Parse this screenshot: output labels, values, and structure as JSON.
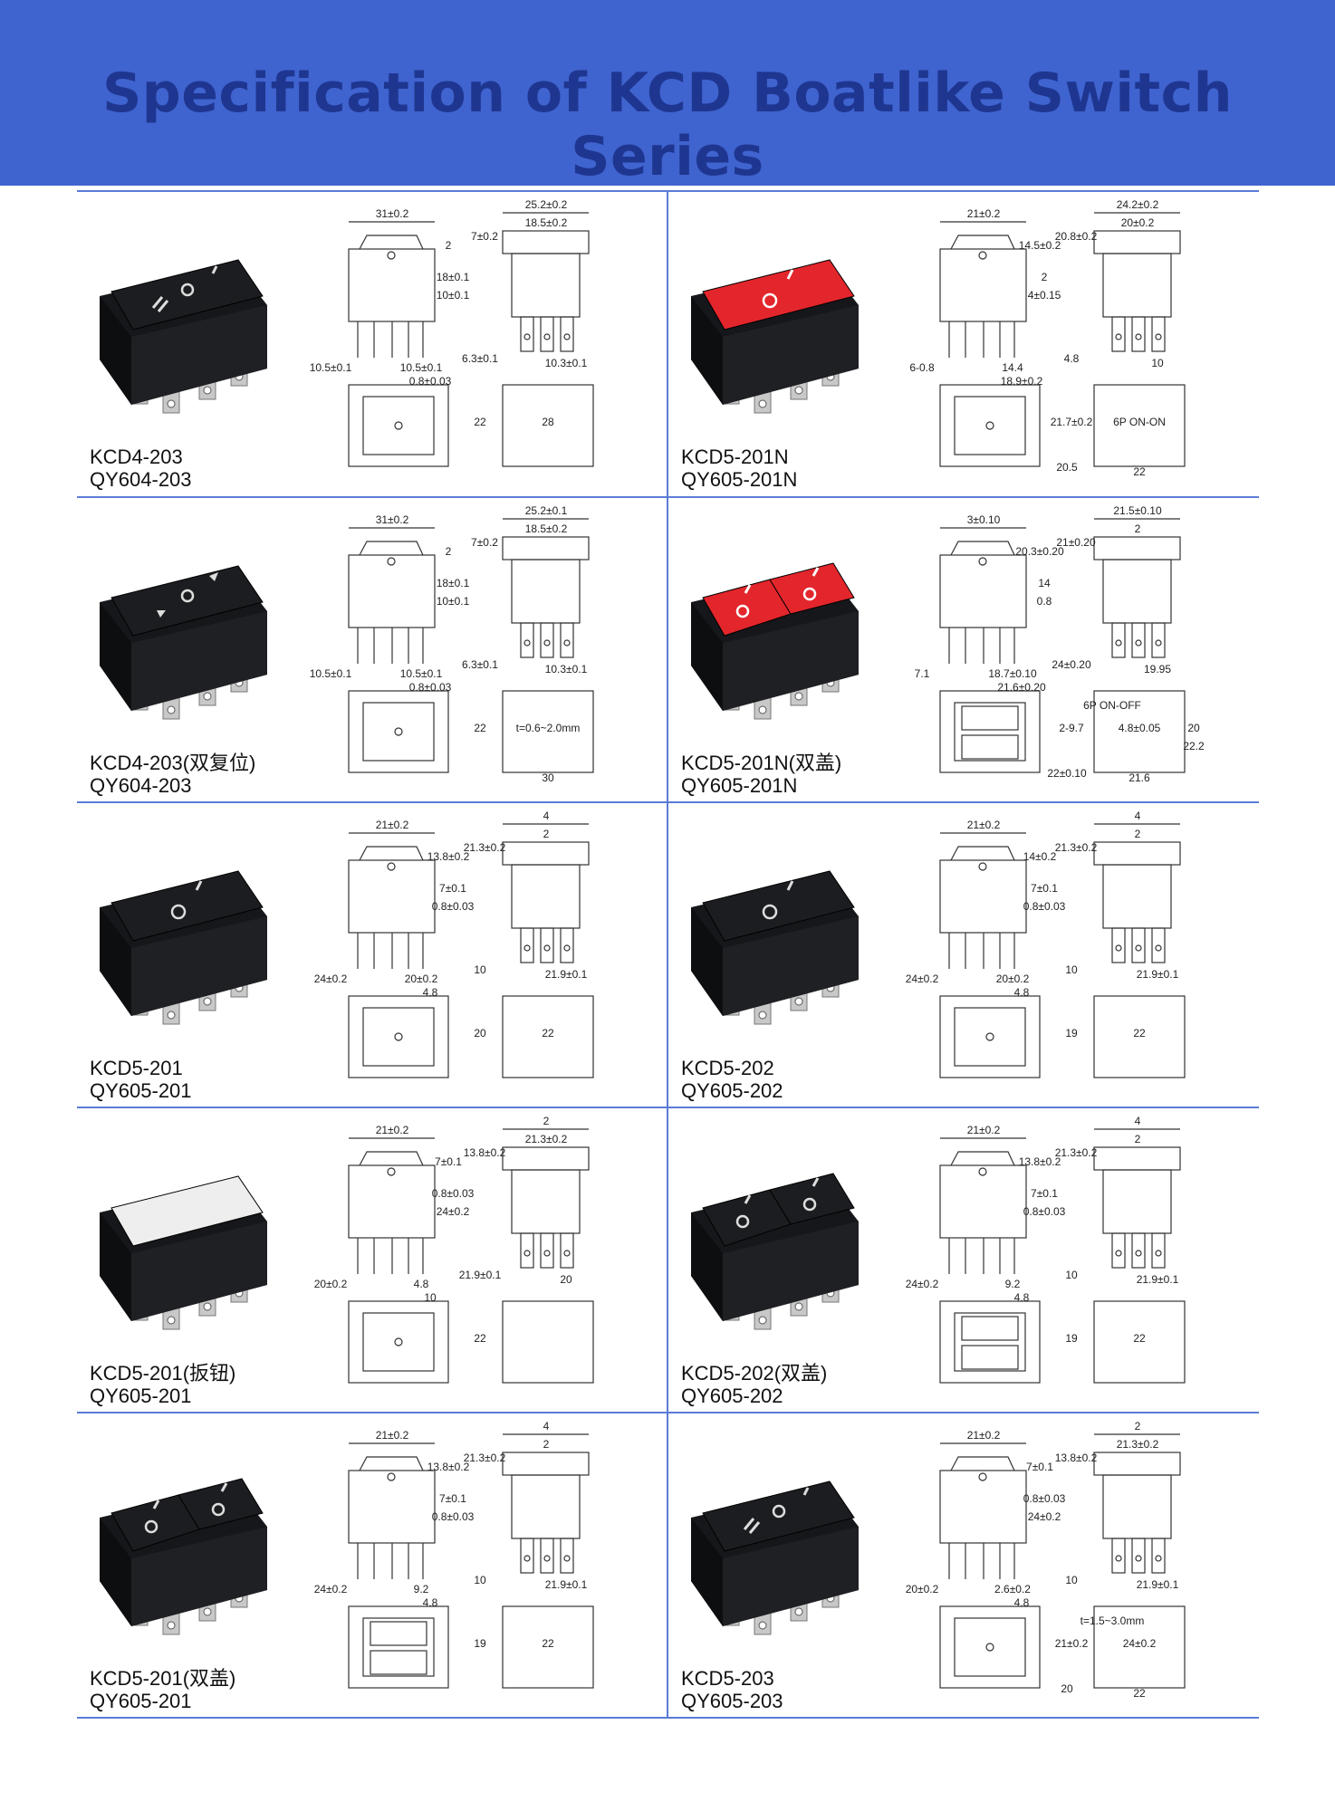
{
  "header": {
    "title": "Specification of KCD Boatlike Switch Series"
  },
  "products": [
    {
      "model": "KCD4-203",
      "code": "QY604-203",
      "dims": [
        "31±0.2",
        "25.2±0.2",
        "18.5±0.2",
        "7±0.2",
        "2",
        "18±0.1",
        "10±0.1",
        "10.5±0.1",
        "10.5±0.1",
        "0.8±0.03",
        "6.3±0.1",
        "10.3±0.1",
        "22",
        "28"
      ]
    },
    {
      "model": "KCD5-201N",
      "code": "QY605-201N",
      "dims": [
        "21±0.2",
        "24.2±0.2",
        "20±0.2",
        "20.8±0.2",
        "14.5±0.2",
        "2",
        "4±0.15",
        "6-0.8",
        "14.4",
        "18.9±0.2",
        "4.8",
        "10",
        "21.7±0.2",
        "6P ON-ON",
        "22",
        "20.5"
      ]
    },
    {
      "model": "KCD4-203(双复位)",
      "code": "QY604-203",
      "dims": [
        "31±0.2",
        "25.2±0.1",
        "18.5±0.2",
        "7±0.2",
        "2",
        "18±0.1",
        "10±0.1",
        "10.5±0.1",
        "10.5±0.1",
        "0.8±0.03",
        "6.3±0.1",
        "10.3±0.1",
        "22",
        "t=0.6~2.0mm",
        "30"
      ]
    },
    {
      "model": "KCD5-201N(双盖)",
      "code": "QY605-201N",
      "dims": [
        "3±0.10",
        "21.5±0.10",
        "2",
        "21±0.20",
        "20.3±0.20",
        "14",
        "0.8",
        "7.1",
        "18.7±0.10",
        "21.6±0.20",
        "24±0.20",
        "19.95",
        "2-9.7",
        "4.8±0.05",
        "21.6",
        "22±0.10",
        "6P ON-OFF",
        "20",
        "22.2"
      ]
    },
    {
      "model": "KCD5-201",
      "code": "QY605-201",
      "dims": [
        "21±0.2",
        "4",
        "2",
        "21.3±0.2",
        "13.8±0.2",
        "7±0.1",
        "0.8±0.03",
        "24±0.2",
        "20±0.2",
        "4.8",
        "10",
        "21.9±0.1",
        "20",
        "22"
      ]
    },
    {
      "model": "KCD5-202",
      "code": "QY605-202",
      "dims": [
        "21±0.2",
        "4",
        "2",
        "21.3±0.2",
        "14±0.2",
        "7±0.1",
        "0.8±0.03",
        "24±0.2",
        "20±0.2",
        "4.8",
        "10",
        "21.9±0.1",
        "19",
        "22"
      ]
    },
    {
      "model": "KCD5-201(扳钮)",
      "code": "QY605-201",
      "dims": [
        "21±0.2",
        "2",
        "21.3±0.2",
        "13.8±0.2",
        "7±0.1",
        "0.8±0.03",
        "24±0.2",
        "20±0.2",
        "4.8",
        "10",
        "21.9±0.1",
        "20",
        "22"
      ]
    },
    {
      "model": "KCD5-202(双盖)",
      "code": "QY605-202",
      "dims": [
        "21±0.2",
        "4",
        "2",
        "21.3±0.2",
        "13.8±0.2",
        "7±0.1",
        "0.8±0.03",
        "24±0.2",
        "9.2",
        "4.8",
        "10",
        "21.9±0.1",
        "19",
        "22"
      ]
    },
    {
      "model": "KCD5-201(双盖)",
      "code": "QY605-201",
      "dims": [
        "21±0.2",
        "4",
        "2",
        "21.3±0.2",
        "13.8±0.2",
        "7±0.1",
        "0.8±0.03",
        "24±0.2",
        "9.2",
        "4.8",
        "10",
        "21.9±0.1",
        "19",
        "22"
      ]
    },
    {
      "model": "KCD5-203",
      "code": "QY605-203",
      "dims": [
        "21±0.2",
        "2",
        "21.3±0.2",
        "13.8±0.2",
        "7±0.1",
        "0.8±0.03",
        "24±0.2",
        "20±0.2",
        "2.6±0.2",
        "4.8",
        "10",
        "21.9±0.1",
        "21±0.2",
        "24±0.2",
        "22",
        "20",
        "t=1.5~3.0mm"
      ]
    }
  ],
  "colors": {
    "header_bg": "#3f63cf",
    "title": "#1f3690",
    "rule": "#5b7bd6",
    "rocker_red": "#e3262c",
    "rocker_black": "#1c1d20",
    "rocker_white": "#eeeeee"
  }
}
